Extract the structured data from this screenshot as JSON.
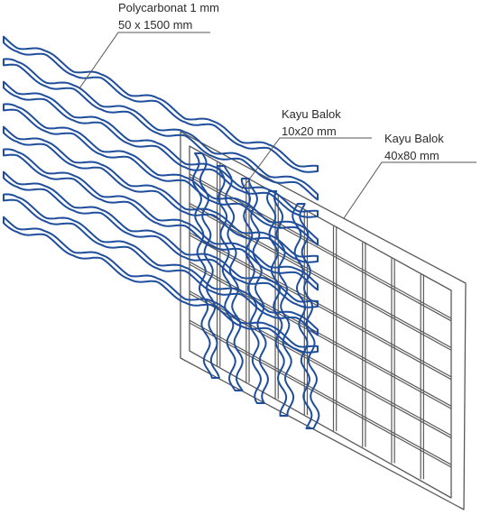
{
  "labels": {
    "polycarbonate": {
      "name": "Polycarbonat 1 mm",
      "size": "50 x 1500 mm"
    },
    "batten_small": {
      "name": "Kayu Balok",
      "size": "10x20 mm"
    },
    "batten_large": {
      "name": "Kayu Balok",
      "size": "40x80 mm"
    }
  },
  "colors": {
    "strip_stroke": "#1f4e9c",
    "frame_stroke": "#5a5a5a",
    "text": "#2b2b2b"
  }
}
